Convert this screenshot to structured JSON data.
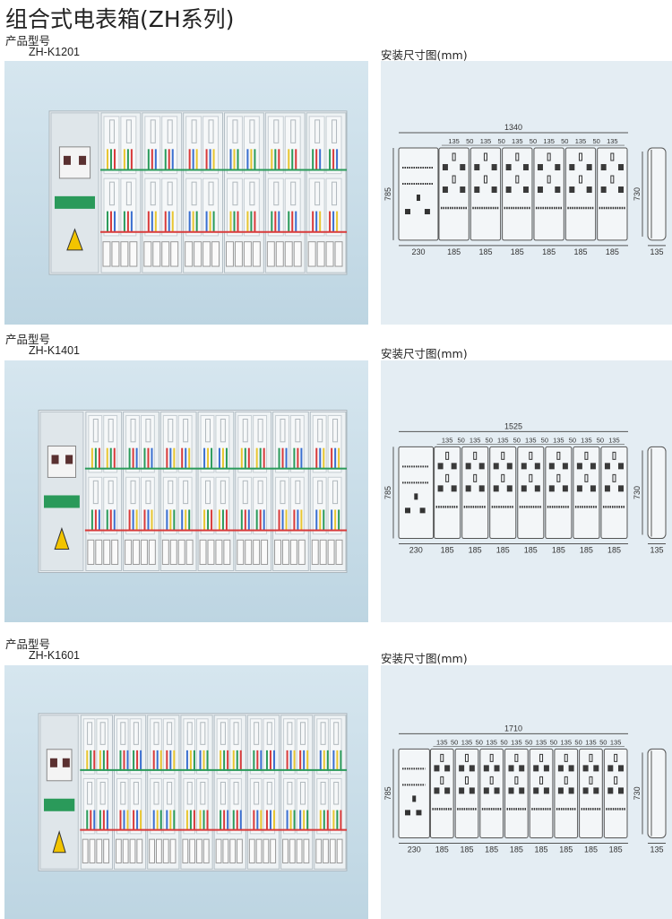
{
  "page_title": "组合式电表箱(ZH系列)",
  "product_label": "产品型号",
  "install_label": "安装尺寸图(mm)",
  "products": [
    {
      "model": "ZH-K1201",
      "modules": 6,
      "dims": {
        "total": "1340",
        "left": "230",
        "unit": "185",
        "meter": "135",
        "gap": "50",
        "height": "785",
        "inner_height": "730",
        "depth": "135"
      }
    },
    {
      "model": "ZH-K1401",
      "modules": 7,
      "dims": {
        "total": "1525",
        "left": "230",
        "unit": "185",
        "meter": "135",
        "gap": "50",
        "height": "785",
        "inner_height": "730",
        "depth": "135"
      }
    },
    {
      "model": "ZH-K1601",
      "modules": 8,
      "dims": {
        "total": "1710",
        "left": "230",
        "unit": "185",
        "meter": "135",
        "gap": "50",
        "height": "785",
        "inner_height": "730",
        "depth": "135"
      }
    }
  ],
  "colors": {
    "photo_bg": "#c9dde8",
    "diagram_bg": "#e4edf3",
    "wire_yellow": "#e8c630",
    "wire_green": "#2a9a5a",
    "wire_red": "#d83a3a",
    "wire_blue": "#3a6fd0"
  }
}
